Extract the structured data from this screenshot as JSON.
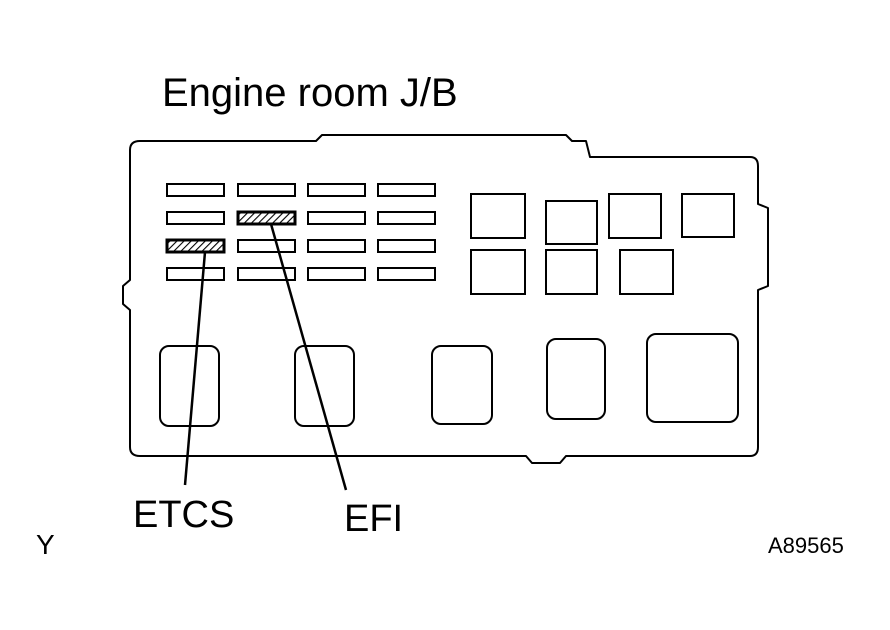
{
  "title": "Engine room J/B",
  "callouts": {
    "etcs": "ETCS",
    "efi": "EFI"
  },
  "corner_label": "Y",
  "figure_code": "A89565"
}
